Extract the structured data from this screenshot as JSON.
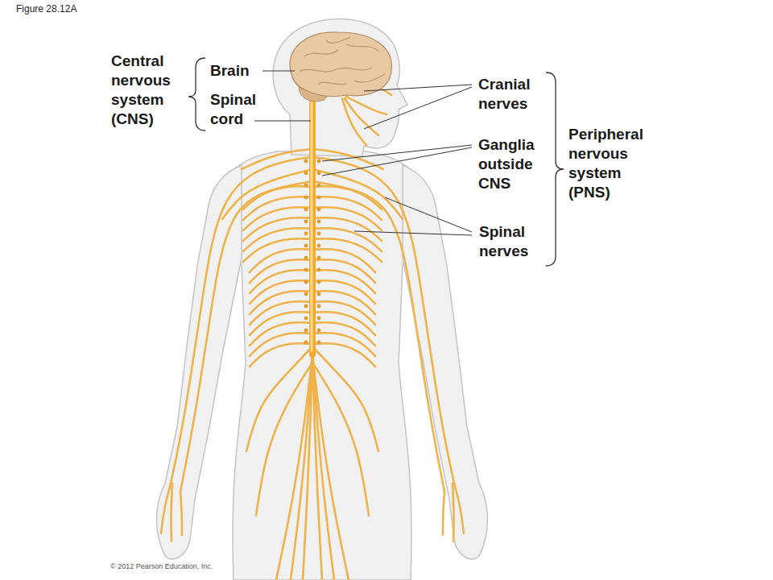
{
  "diagram": {
    "labels": [
      "Figure 28.12A",
      "Central nervous system (CNS)",
      "Brain",
      "Spinal cord",
      "Cranial nerves",
      "Ganglia outside CNS",
      "Spinal nerves",
      "Peripheral nervous system (PNS)",
      "© 2012 Pearson Education, Inc."
    ]
  }
}
